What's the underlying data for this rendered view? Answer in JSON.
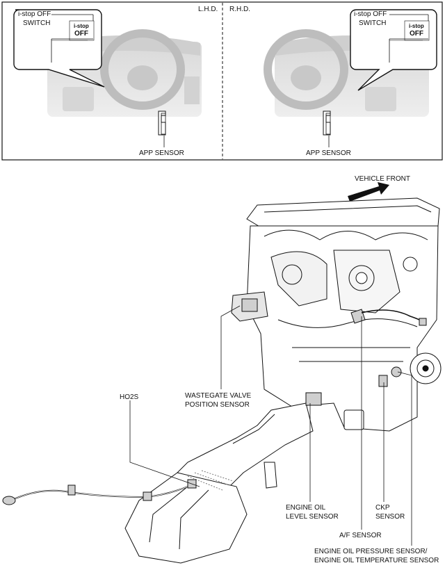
{
  "top_panel": {
    "lhd_label": "L.H.D.",
    "rhd_label": "R.H.D.",
    "switch_label_line1": "i-stop OFF",
    "switch_label_line2": "SWITCH",
    "badge_top": "i-stop",
    "badge_bottom": "OFF",
    "app_sensor_label": "APP SENSOR"
  },
  "engine": {
    "vehicle_front": "VEHICLE FRONT",
    "ho2s": "HO2S",
    "wastegate_line1": "WASTEGATE VALVE",
    "wastegate_line2": "POSITION SENSOR",
    "oil_level_line1": "ENGINE OIL",
    "oil_level_line2": "LEVEL SENSOR",
    "af_sensor": "A/F SENSOR",
    "ckp_line1": "CKP",
    "ckp_line2": "SENSOR",
    "oil_pressure_line1": "ENGINE OIL PRESSURE SENSOR/",
    "oil_pressure_line2": "ENGINE OIL TEMPERATURE SENSOR"
  }
}
